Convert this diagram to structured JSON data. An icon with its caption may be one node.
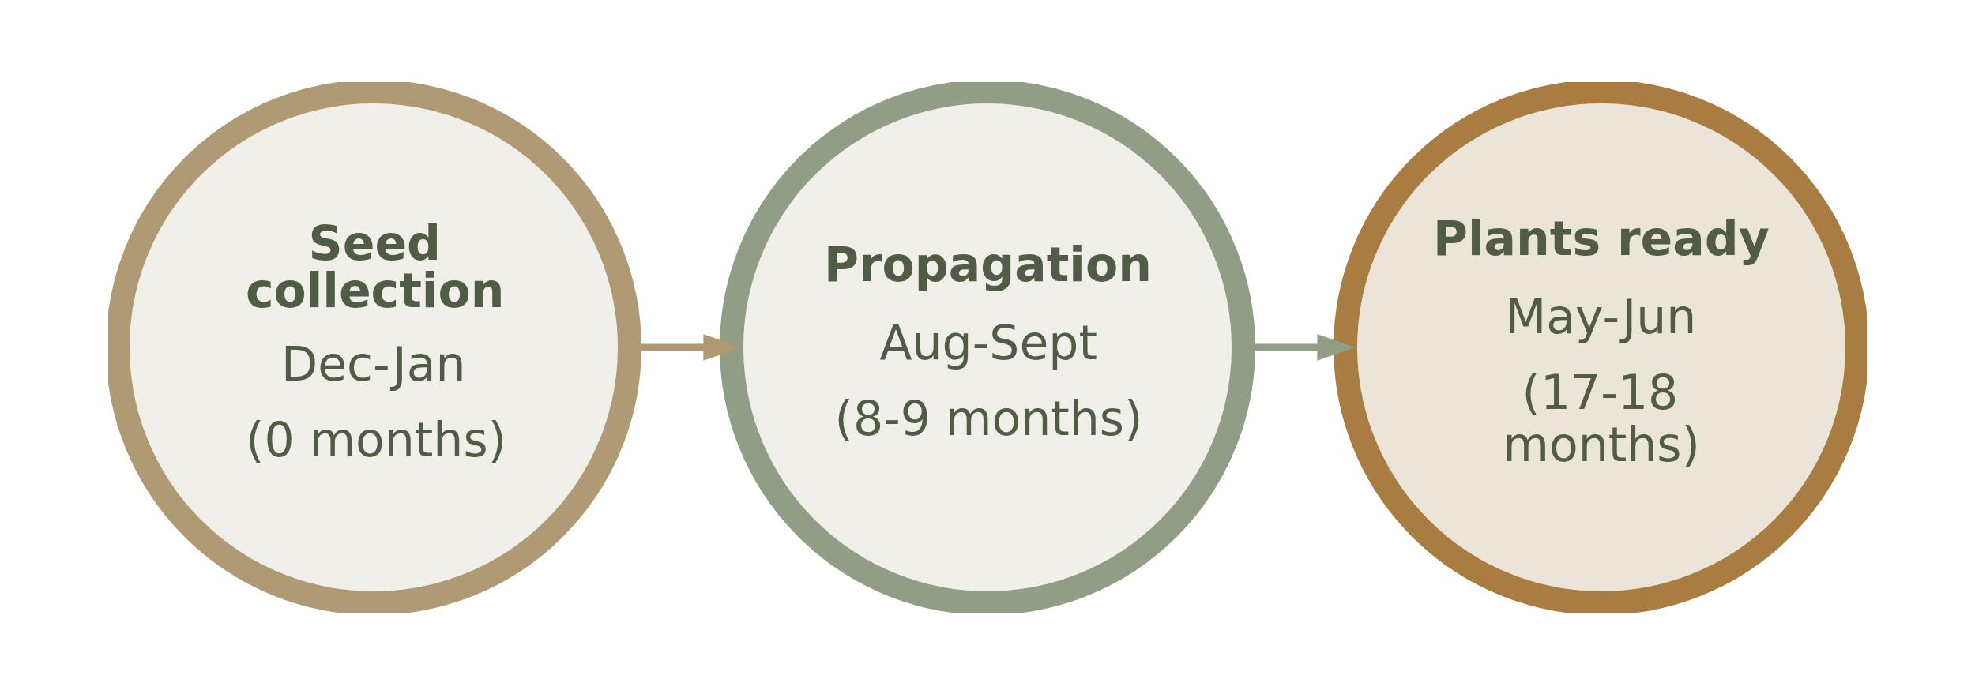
{
  "diagram": {
    "nodes": [
      {
        "text": [
          "Seed collection",
          "Dec-Jan",
          "(0 months)"
        ]
      },
      {
        "text": [
          "Propagation",
          "Aug-Sept",
          "(8-9 months)"
        ]
      },
      {
        "text": [
          "Plants ready",
          "May-Jun",
          "(17-18 months)"
        ]
      }
    ],
    "edges": [
      {
        "from": 0,
        "to": 1,
        "arrow": "to",
        "color": "#b09a74"
      },
      {
        "from": 1,
        "to": 2,
        "arrow": "to",
        "color": "#8f9e85"
      }
    ]
  }
}
